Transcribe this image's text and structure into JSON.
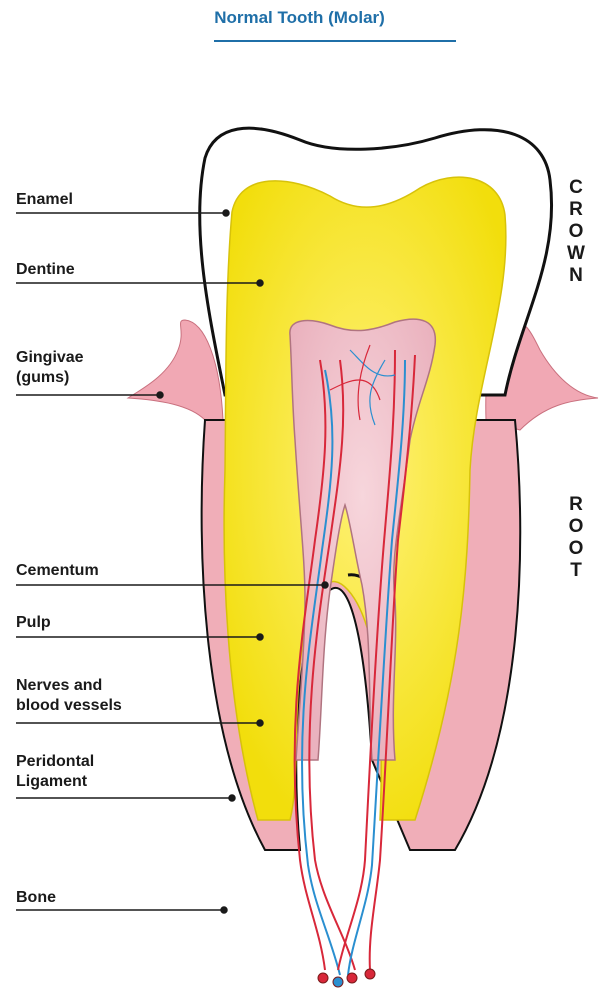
{
  "title": "Normal Tooth (Molar)",
  "labels": {
    "enamel": "Enamel",
    "dentine": "Dentine",
    "gingivae": "Gingivae\n(gums)",
    "cementum": "Cementum",
    "pulp": "Pulp",
    "nerves": "Nerves and\nblood vessels",
    "ligament": "Peridontal\nLigament",
    "bone": "Bone"
  },
  "sections": {
    "crown": "CROWN",
    "root": "ROOT"
  },
  "colors": {
    "title": "#1f6fa8",
    "enamel": "#ffffff",
    "dentine": "#f6ea2a",
    "pulp": "#f2c4cc",
    "gum": "#f1a8b4",
    "artery": "#d8283a",
    "vein": "#2a8fd0"
  }
}
